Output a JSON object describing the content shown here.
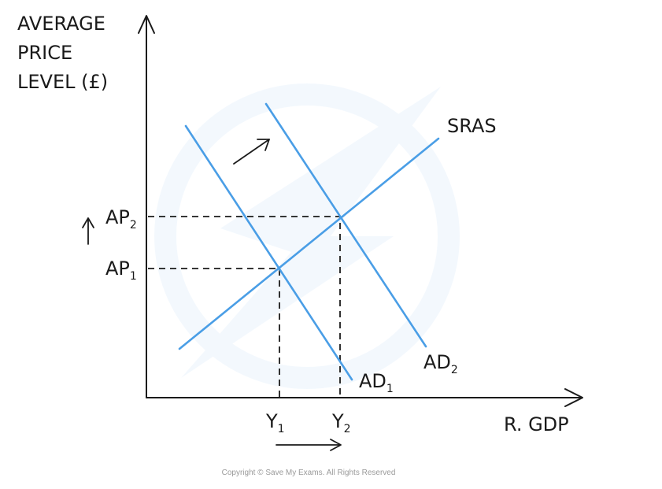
{
  "axes": {
    "y_label_lines": [
      "AVERAGE",
      "PRICE",
      "LEVEL (£)"
    ],
    "x_label": "R. GDP"
  },
  "curves": {
    "sras": "SRAS",
    "ad1": {
      "main": "AD",
      "sub": "1"
    },
    "ad2": {
      "main": "AD",
      "sub": "2"
    }
  },
  "price_levels": {
    "ap1": {
      "main": "AP",
      "sub": "1"
    },
    "ap2": {
      "main": "AP",
      "sub": "2"
    }
  },
  "outputs": {
    "y1": {
      "main": "Y",
      "sub": "1"
    },
    "y2": {
      "main": "Y",
      "sub": "2"
    }
  },
  "colors": {
    "curve": "#4a9ee6",
    "ink": "#1a1a1a"
  },
  "annotations": {
    "shift_arrow": "arrow-up-right",
    "price_rise_arrow": "arrow-up",
    "output_rise_arrow": "arrow-right"
  },
  "copyright": "Copyright © Save My Exams. All Rights Reserved"
}
